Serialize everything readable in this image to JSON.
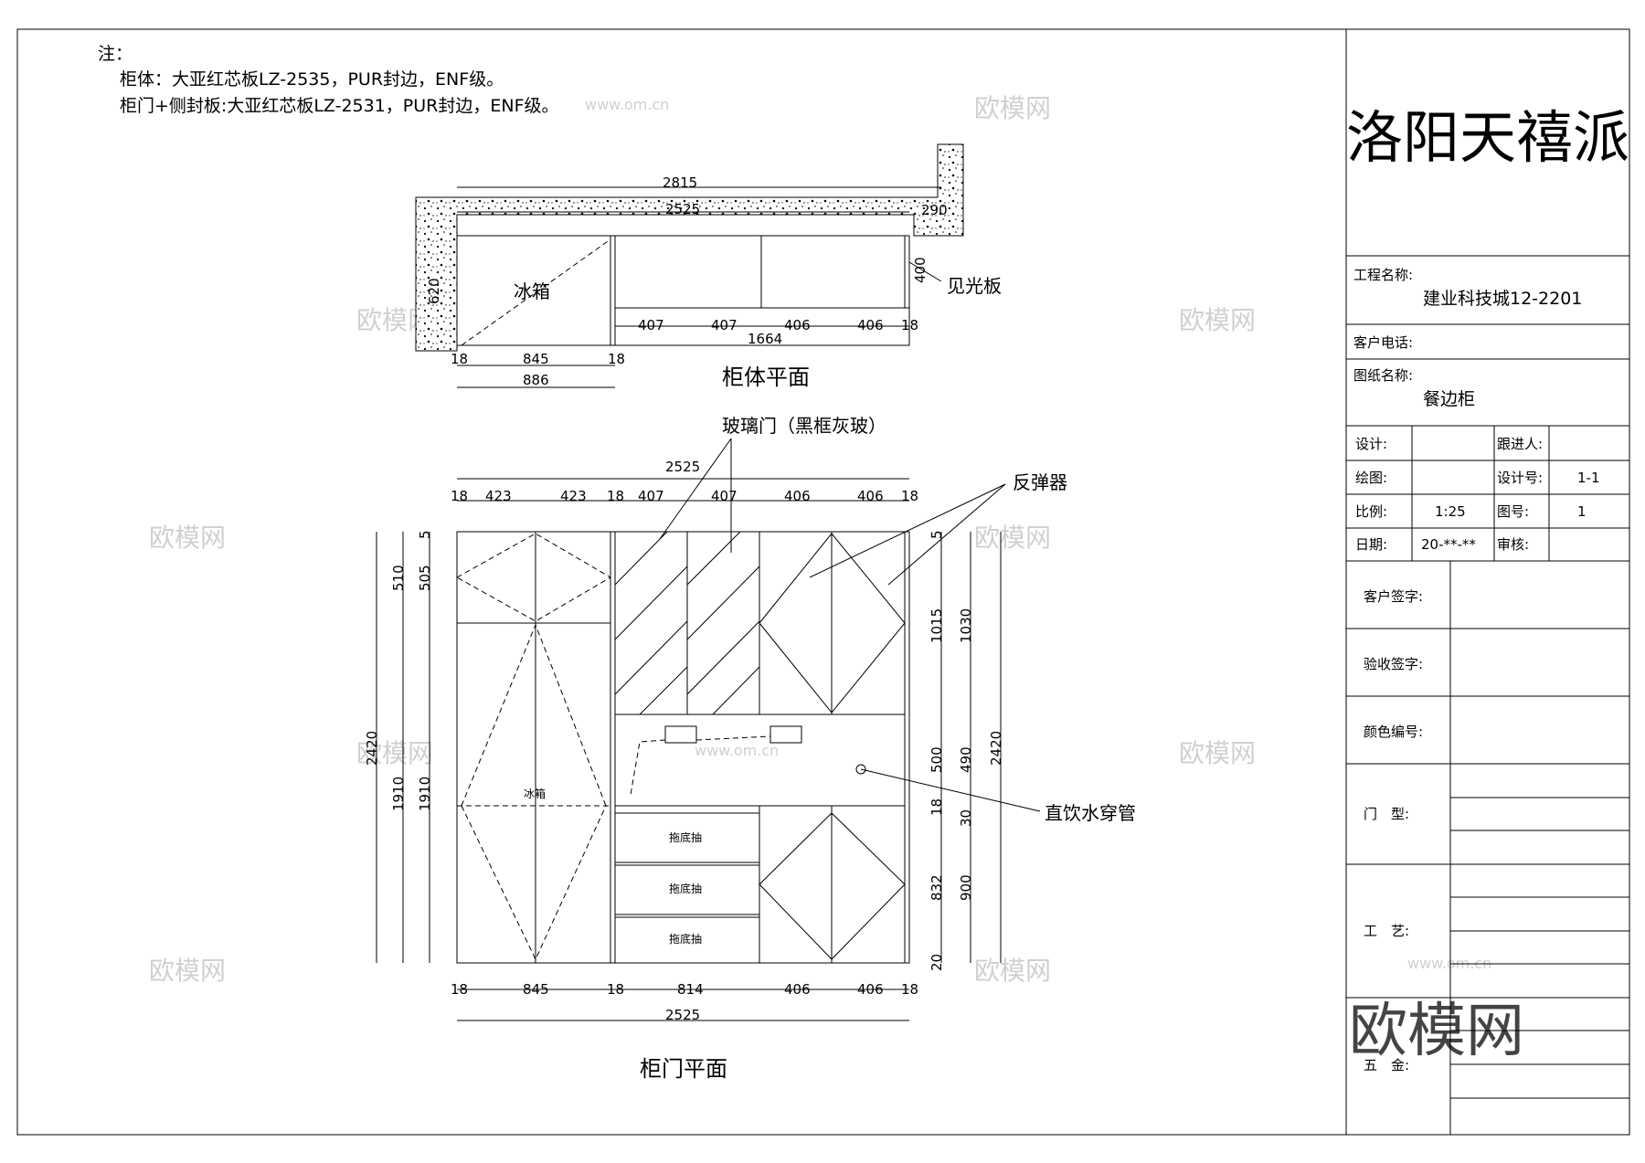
{
  "notes": {
    "prefix": "注：",
    "line1": "柜体：大亚红芯板LZ-2535，PUR封边，ENF级。",
    "line2": "柜门+侧封板:大亚红芯板LZ-2531，PUR封边，ENF级。"
  },
  "plan": {
    "title": "柜体平面",
    "fridge": "冰箱",
    "light_board": "见光板",
    "dims": {
      "total": "2815",
      "inner": "2525",
      "wall": "290",
      "depth": "620",
      "board": "400",
      "w407a": "407",
      "w407b": "407",
      "w406a": "406",
      "w406b": "406",
      "s18r": "18",
      "sub": "1664",
      "s18a": "18",
      "w845": "845",
      "s18b": "18",
      "w886": "886"
    }
  },
  "elevation": {
    "title": "柜门平面",
    "glass_door": "玻璃门（黑框灰玻）",
    "rebounder": "反弹器",
    "pipe": "直饮水穿管",
    "fridge": "冰箱",
    "drawer": "拖底抽",
    "top_dims": [
      "18",
      "423",
      "423",
      "18",
      "407",
      "407",
      "406",
      "406",
      "18"
    ],
    "top_total": "2525",
    "bottom_dims": [
      "18",
      "845",
      "18",
      "814",
      "406",
      "406",
      "18"
    ],
    "bottom_total": "2525",
    "left_dims": {
      "h2420": "2420",
      "h510": "510",
      "h1910a": "1910",
      "h5": "5",
      "h505": "505",
      "h1910b": "1910"
    },
    "right_dims": {
      "h5": "5",
      "h1015": "1015",
      "h500": "500",
      "h18": "18",
      "h832": "832",
      "h20": "20",
      "h1030": "1030",
      "h490": "490",
      "h30": "30",
      "h900": "900",
      "h2420": "2420"
    }
  },
  "title_block": {
    "company": "洛阳天禧派",
    "project_label": "工程名称:",
    "project_value": "建业科技城12-2201",
    "phone_label": "客户电话:",
    "drawing_label": "图纸名称:",
    "drawing_value": "餐边柜",
    "design_label": "设计:",
    "follow_label": "跟进人:",
    "draw_label": "绘图:",
    "design_no_label": "设计号:",
    "design_no_value": "1-1",
    "scale_label": "比例:",
    "scale_value": "1:25",
    "sheet_label": "图号:",
    "sheet_value": "1",
    "date_label": "日期:",
    "date_value": "20-**-**",
    "review_label": "审核:",
    "client_sign": "客户签字:",
    "accept_sign": "验收签字:",
    "color_no": "颜色编号:",
    "door_type": "门　型:",
    "craft": "工　艺:",
    "hardware": "五　金:"
  },
  "watermark": {
    "text": "欧模网",
    "url": "www.om.cn"
  }
}
